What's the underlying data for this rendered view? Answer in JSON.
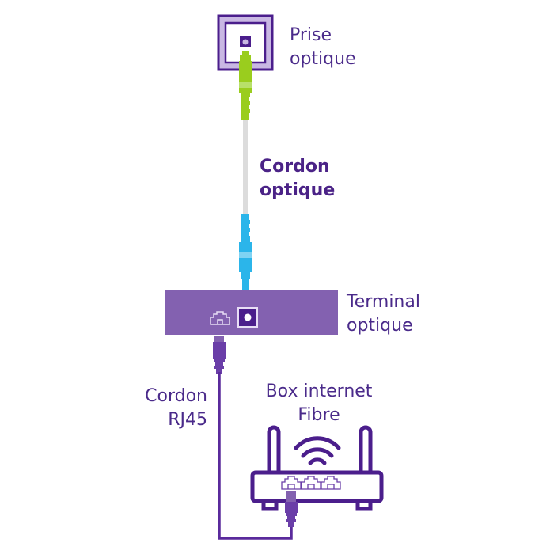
{
  "labels": {
    "prise_optique": [
      "Prise",
      "optique"
    ],
    "cordon_optique": [
      "Cordon",
      "optique"
    ],
    "terminal_optique": [
      "Terminal",
      "optique"
    ],
    "cordon_rj45": [
      "Cordon",
      "RJ45"
    ],
    "box_internet": [
      "Box internet",
      "Fibre"
    ]
  },
  "colors": {
    "purple_dark": "#4b1e8c",
    "purple_terminal": "#8361b0",
    "purple_light": "#c9b8e3",
    "green_connector": "#9acd1e",
    "blue_connector": "#2bb5ea",
    "fiber_cable": "#dcdcdc",
    "text": "#4a2a8a"
  },
  "icons": {
    "wall_socket": "optical-wall-socket-icon",
    "router": "router-icon",
    "wifi": "wifi-icon",
    "ethernet_port": "ethernet-port-icon"
  }
}
